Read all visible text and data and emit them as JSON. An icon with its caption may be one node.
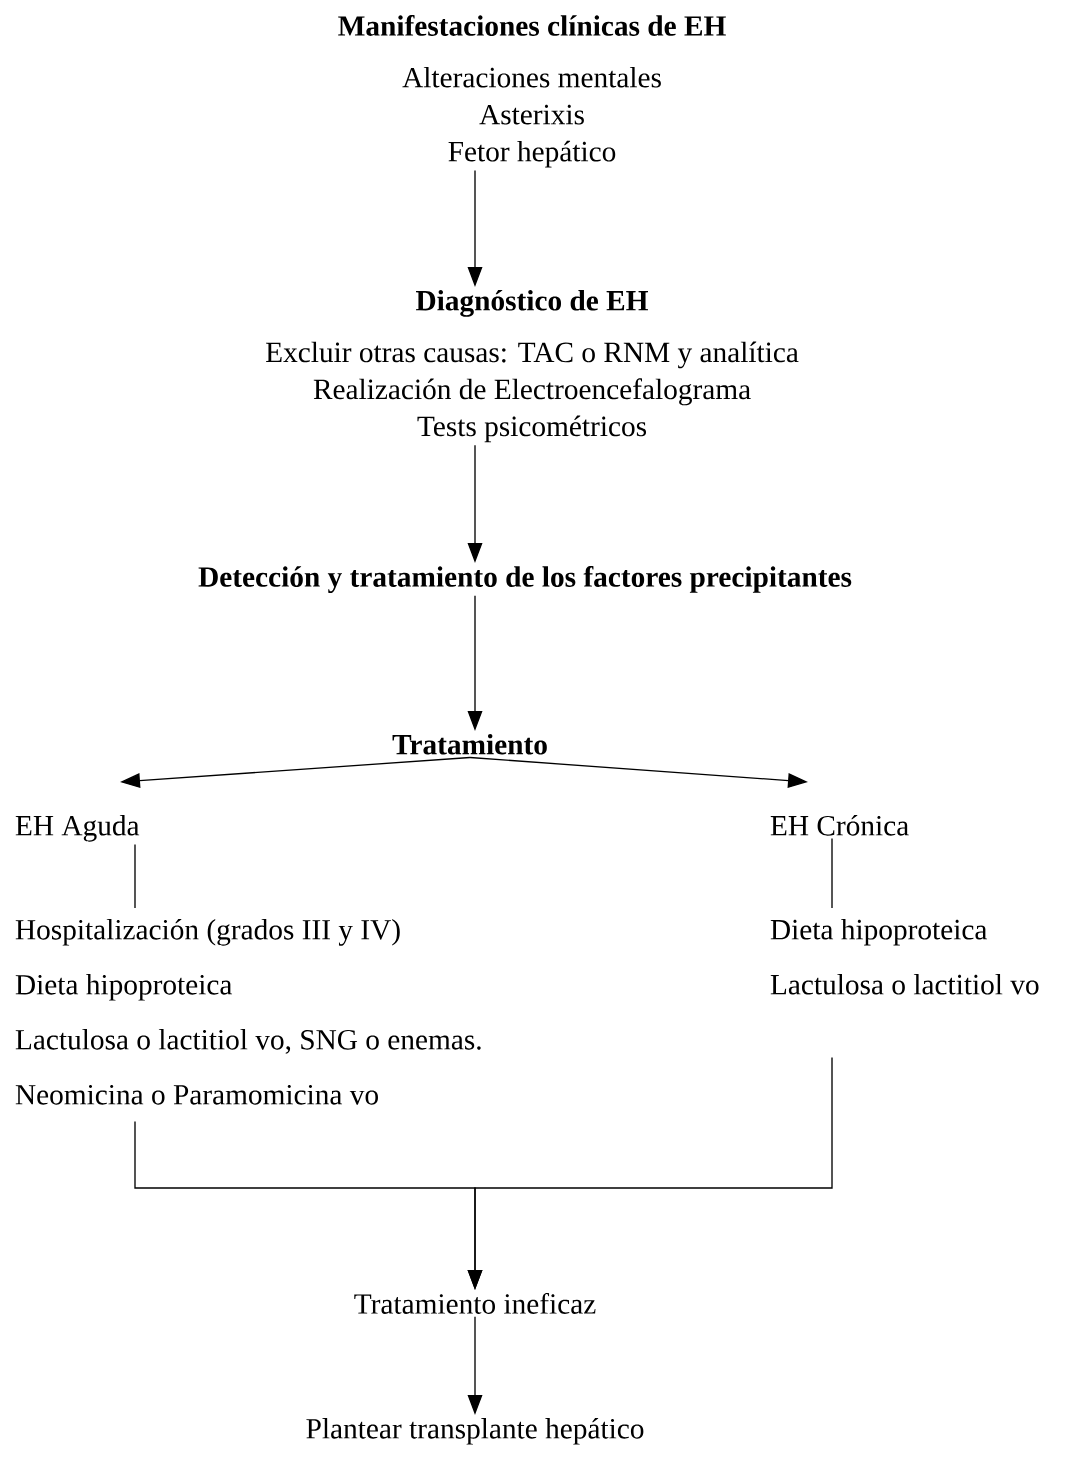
{
  "diagram": {
    "nodes": [
      {
        "text": [
          "Manifestaciones clínicas de EH",
          "Alteraciones mentales",
          "Asterixis",
          "Fetor hepático"
        ]
      },
      {
        "text": [
          "Diagnóstico de EH",
          "Excluir otras causas: TAC o RNM y analítica",
          "Realización de Electroencefalograma",
          "Tests psicométricos"
        ]
      },
      {
        "text": [
          "Detección y tratamiento de los factores precipitantes"
        ]
      },
      {
        "text": [
          "Tratamiento"
        ]
      },
      {
        "text": [
          "EH Aguda"
        ]
      },
      {
        "text": [
          "EH Crónica"
        ]
      },
      {
        "text": [
          "Hospitalización (grados III y IV)",
          "Dieta hipoproteica",
          "Lactulosa o lactitiol vo, SNG o enemas.",
          "Neomicina o Paramomicina vo"
        ]
      },
      {
        "text": [
          "Dieta hipoproteica",
          "Lactulosa o lactitiol vo"
        ]
      },
      {
        "text": [
          "Tratamiento ineficaz"
        ]
      },
      {
        "text": [
          "Plantear transplante hepático"
        ]
      }
    ],
    "edges": [
      {
        "from": 0,
        "to": 1,
        "arrow": "to"
      },
      {
        "from": 1,
        "to": 2,
        "arrow": "to"
      },
      {
        "from": 2,
        "to": 3,
        "arrow": "to"
      },
      {
        "from": 3,
        "to": 4,
        "arrow": "to"
      },
      {
        "from": 3,
        "to": 5,
        "arrow": "to"
      },
      {
        "from": 4,
        "to": 6,
        "arrow": "none"
      },
      {
        "from": 5,
        "to": 7,
        "arrow": "none"
      },
      {
        "from": 6,
        "to": 8,
        "arrow": "to"
      },
      {
        "from": 7,
        "to": 8,
        "arrow": "to"
      },
      {
        "from": 8,
        "to": 9,
        "arrow": "to"
      }
    ]
  }
}
